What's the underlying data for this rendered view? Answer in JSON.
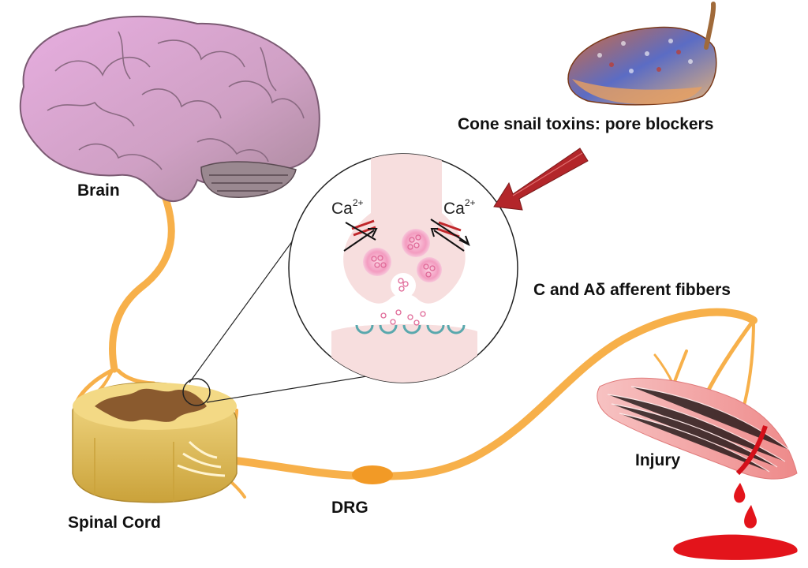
{
  "labels": {
    "brain": "Brain",
    "spinal_cord": "Spinal Cord",
    "drg": "DRG",
    "injury": "Injury",
    "fibers": "C and Aδ afferent fibbers",
    "toxins": "Cone snail toxins: pore blockers"
  },
  "ion": {
    "symbol": "Ca",
    "charge": "2+"
  },
  "colors": {
    "brain": "#d8a0cc",
    "nerve": "#f7b04a",
    "spinal_cord": "#e3c160",
    "grey_matter": "#8a5a2e",
    "muscle": "#f29a9a",
    "blood": "#e3141b",
    "toxin_arrow": "#b3262a",
    "synapse": "#f7dede",
    "vesicle": "#f08cb4",
    "receptor": "#5aa8ad"
  },
  "icons": {
    "snail": "cone-snail-shell-icon",
    "channel": "calcium-channel-icon"
  }
}
